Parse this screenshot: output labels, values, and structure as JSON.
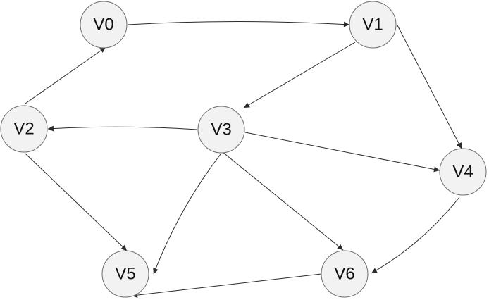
{
  "graph": {
    "nodes": [
      {
        "id": "V0",
        "label": "V0"
      },
      {
        "id": "V1",
        "label": "V1"
      },
      {
        "id": "V2",
        "label": "V2"
      },
      {
        "id": "V3",
        "label": "V3"
      },
      {
        "id": "V4",
        "label": "V4"
      },
      {
        "id": "V5",
        "label": "V5"
      },
      {
        "id": "V6",
        "label": "V6"
      }
    ],
    "edges": [
      {
        "from": "V0",
        "to": "V1"
      },
      {
        "from": "V1",
        "to": "V3"
      },
      {
        "from": "V1",
        "to": "V4"
      },
      {
        "from": "V2",
        "to": "V0"
      },
      {
        "from": "V2",
        "to": "V5"
      },
      {
        "from": "V3",
        "to": "V2"
      },
      {
        "from": "V3",
        "to": "V4"
      },
      {
        "from": "V3",
        "to": "V5"
      },
      {
        "from": "V3",
        "to": "V6"
      },
      {
        "from": "V4",
        "to": "V6"
      },
      {
        "from": "V6",
        "to": "V5"
      }
    ],
    "colors": {
      "node_fill": "#f2f2f2",
      "node_stroke": "#6d6d6d",
      "edge": "#2b2b2b",
      "text": "#111111"
    }
  }
}
